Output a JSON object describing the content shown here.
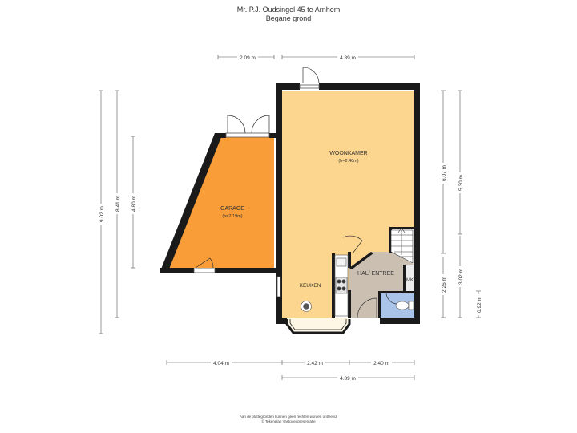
{
  "title": "Mr. P.J. Oudsingel 45 te Arnhem",
  "subtitle": "Begane grond",
  "rooms": {
    "woonkamer": {
      "name": "WOONKAMER",
      "height": "(h=2.40m)"
    },
    "garage": {
      "name": "GARAGE",
      "height": "(h=2.19m)"
    },
    "keuken": {
      "name": "KEUKEN"
    },
    "hal": {
      "name": "HAL/ ENTREE"
    },
    "mk": {
      "name": "MK"
    }
  },
  "dimensions": {
    "top_left": "2.09 m",
    "top_right": "4.89 m",
    "left_outer": "9.02 m",
    "left_mid": "8.41 m",
    "left_inner": "4.80 m",
    "right_upper_inner": "6.07 m",
    "right_upper_outer": "5.30 m",
    "right_lower_inner": "2.26 m",
    "right_lower_mid": "3.02 m",
    "right_lower_outer": "0.92 m",
    "bottom_left": "4.04 m",
    "bottom_mid": "2.42 m",
    "bottom_right": "2.40 m",
    "bottom_total": "4.89 m"
  },
  "footer": {
    "line1": "Aan de plattegronden kunnen geen rechten worden ontleend.",
    "line2": "© Tekenplan Vastgoedpresentatie"
  },
  "colors": {
    "woonkamer": "#fcd58e",
    "garage": "#f89d38",
    "hal": "#cbbfb2",
    "bathroom": "#a9c4e8",
    "wall": "#1a1a1a"
  }
}
